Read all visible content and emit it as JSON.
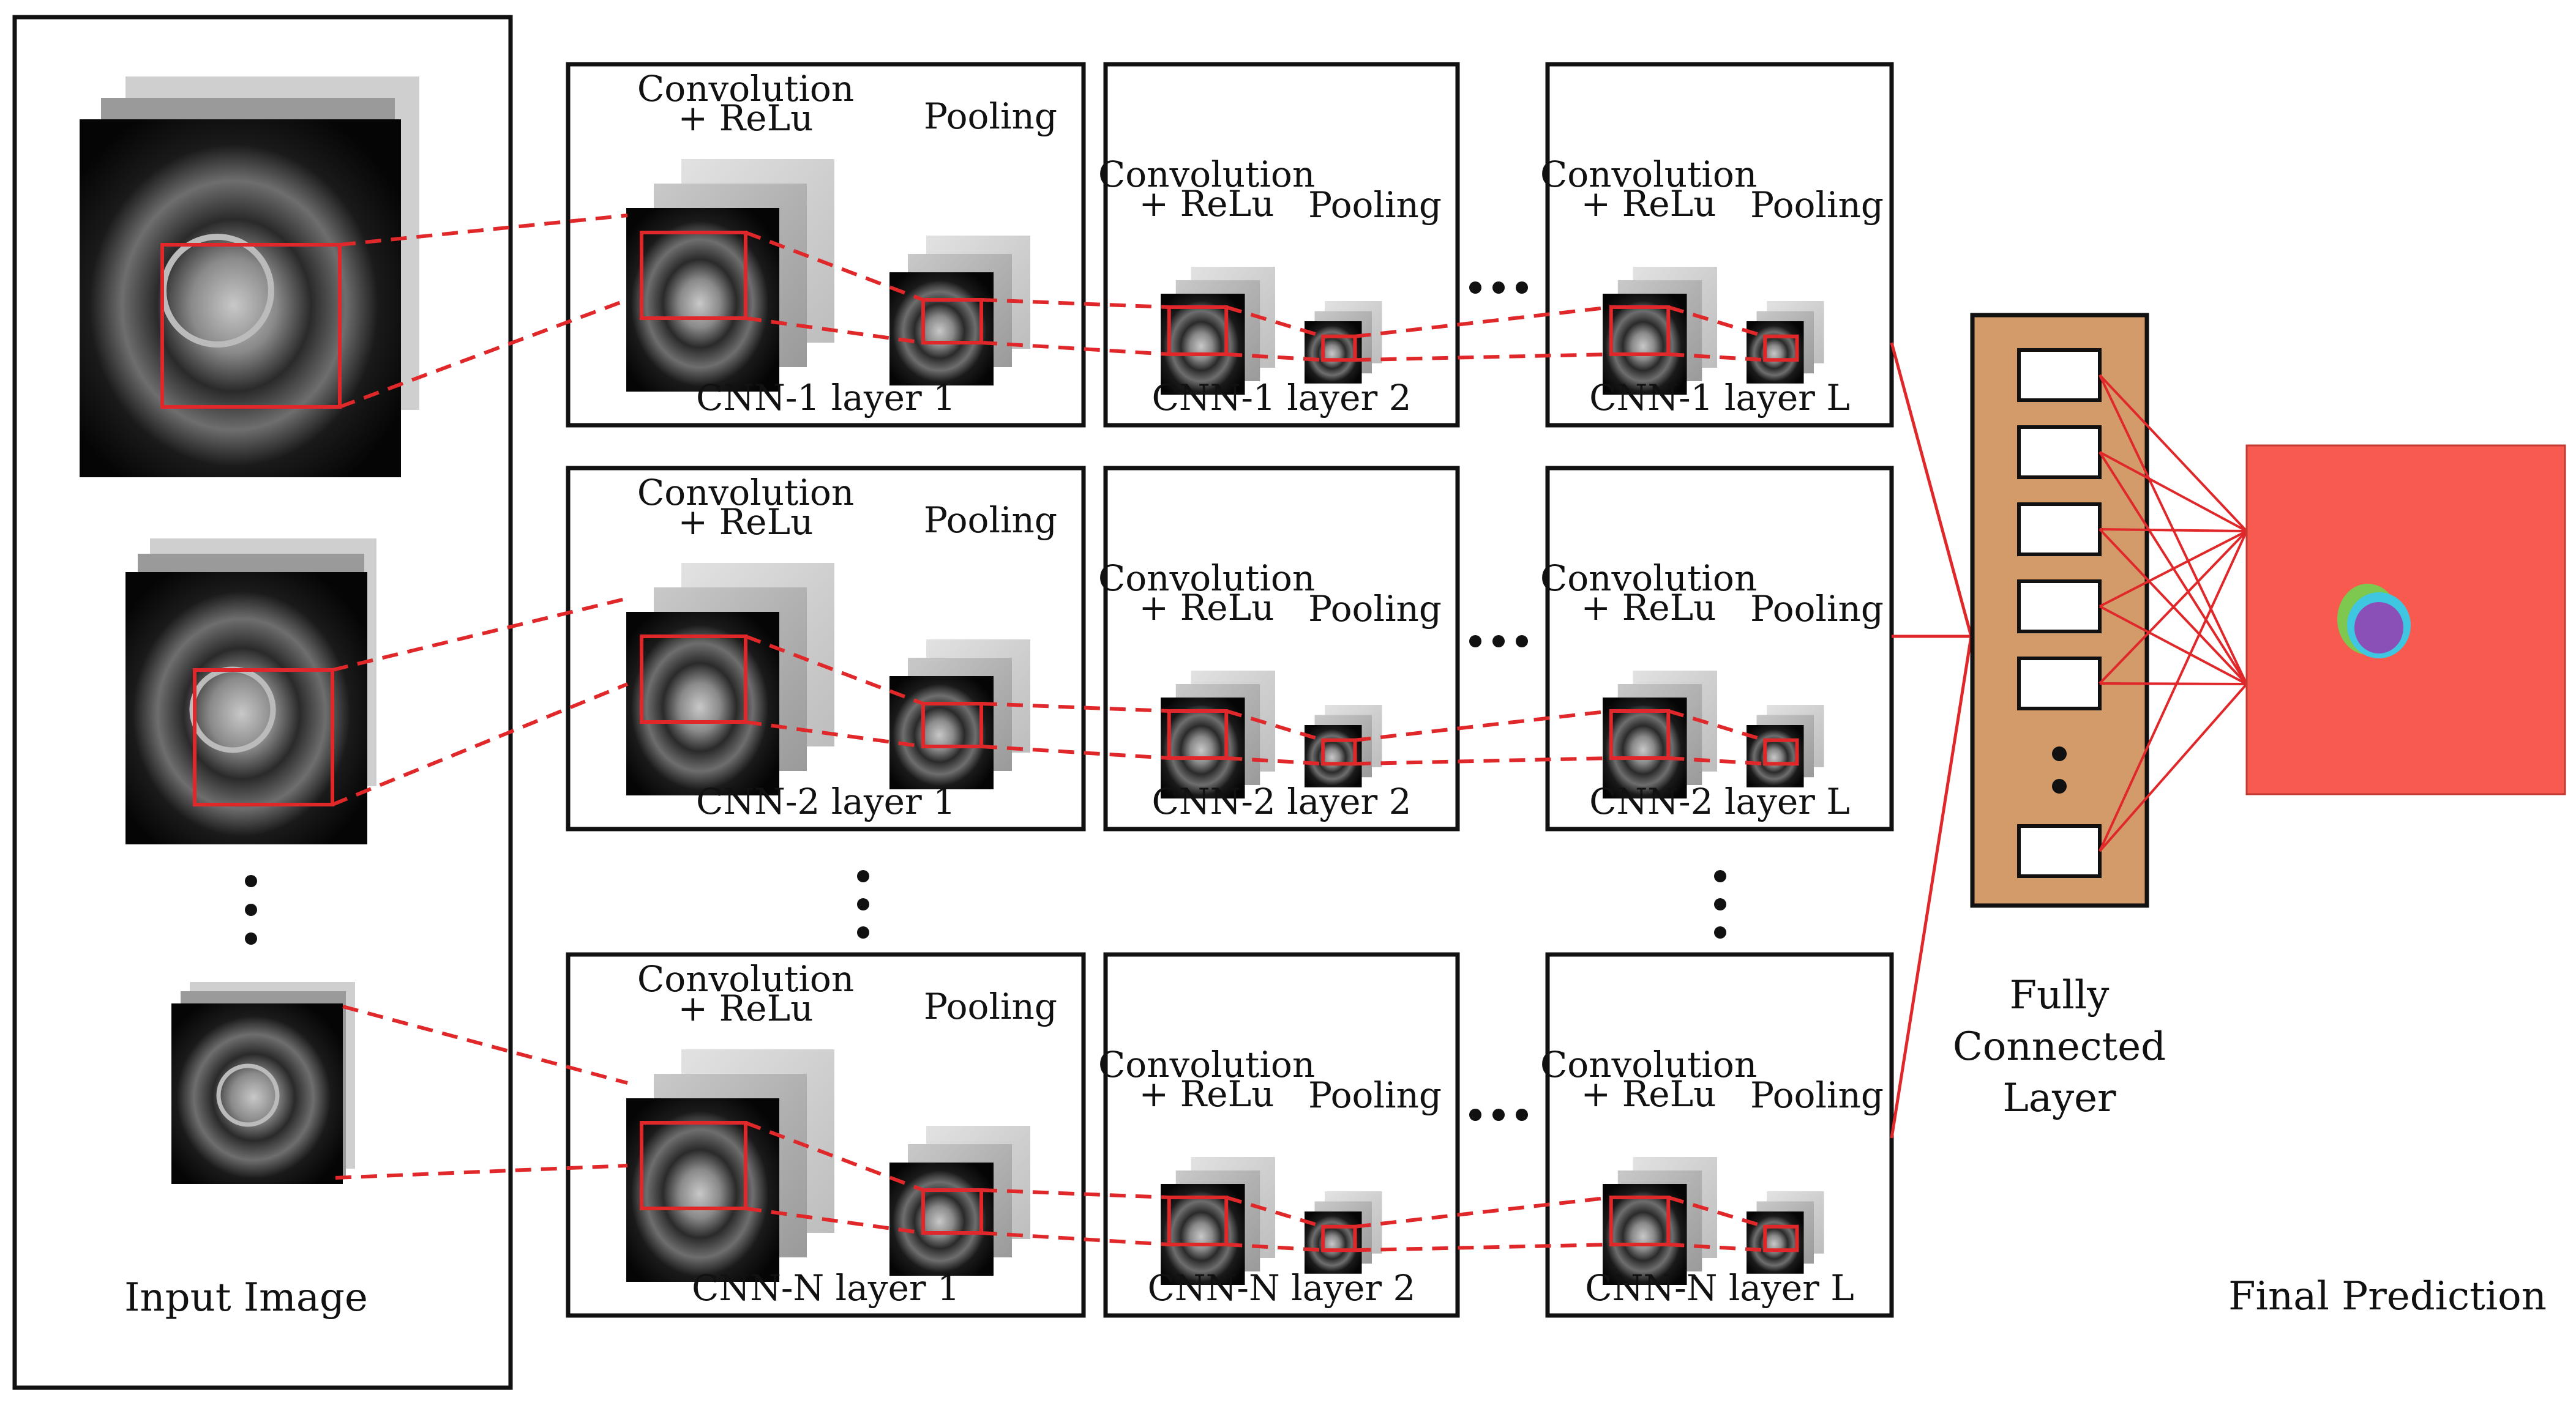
{
  "input_label": "Input Image",
  "output_label": "Final Prediction",
  "fc_label_lines": [
    "Fully",
    "Connected",
    "Layer"
  ],
  "conv_label_lines": [
    "Convolution",
    "+ ReLu"
  ],
  "pool_label": "Pooling",
  "ellipsis": "...",
  "rows": [
    {
      "layers": [
        "CNN-1 layer 1",
        "CNN-1 layer 2",
        "CNN-1 layer L"
      ]
    },
    {
      "layers": [
        "CNN-2 layer 1",
        "CNN-2 layer 2",
        "CNN-2 layer L"
      ]
    },
    {
      "layers": [
        "CNN-N layer 1",
        "CNN-N layer 2",
        "CNN-N layer L"
      ]
    }
  ],
  "colors": {
    "connection_red": "#e0282a",
    "fc_fill": "#d39a6a",
    "prediction_bg": "#f95a4f",
    "blob_green": "#7ec850",
    "blob_cyan": "#3fc6e0",
    "blob_purple": "#8b4fb8"
  }
}
